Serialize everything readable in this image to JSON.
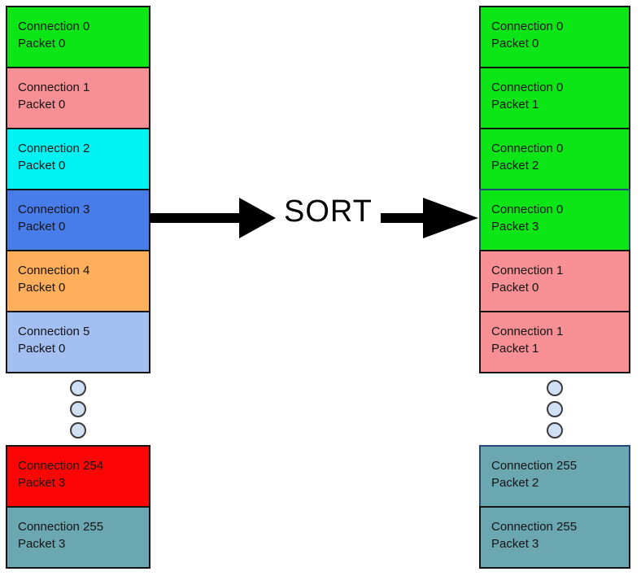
{
  "sort_label": "SORT",
  "colors": {
    "block_border": "#141414",
    "highlight_border": "#26457d",
    "dot_fill": "#cfe0f5",
    "dot_border": "#3a3a3a",
    "arrow": "#000000",
    "text": "#141414",
    "background": "#ffffff"
  },
  "left_column": {
    "blocks": [
      {
        "line1": "Connection 0",
        "line2": "Packet 0",
        "color": "#0ce516"
      },
      {
        "line1": "Connection 1",
        "line2": "Packet 0",
        "color": "#f79095"
      },
      {
        "line1": "Connection 2",
        "line2": "Packet 0",
        "color": "#00f2f2"
      },
      {
        "line1": "Connection 3",
        "line2": "Packet 0",
        "color": "#487ce8"
      },
      {
        "line1": "Connection 4",
        "line2": "Packet 0",
        "color": "#ffae5c"
      },
      {
        "line1": "Connection 5",
        "line2": "Packet 0",
        "color": "#a3bff2"
      }
    ],
    "ellipsis_dots": 3,
    "tail_blocks": [
      {
        "line1": "Connection 254",
        "line2": "Packet 3",
        "color": "#fe0505"
      },
      {
        "line1": "Connection 255",
        "line2": "Packet 3",
        "color": "#6aa7b0"
      }
    ]
  },
  "right_column": {
    "blocks": [
      {
        "line1": "Connection 0",
        "line2": "Packet 0",
        "color": "#0ce516"
      },
      {
        "line1": "Connection 0",
        "line2": "Packet 1",
        "color": "#0ce516"
      },
      {
        "line1": "Connection 0",
        "line2": "Packet 2",
        "color": "#0ce516"
      },
      {
        "line1": "Connection 0",
        "line2": "Packet 3",
        "color": "#0ce516",
        "border": "#26457d"
      },
      {
        "line1": "Connection 1",
        "line2": "Packet 0",
        "color": "#f79095"
      },
      {
        "line1": "Connection 1",
        "line2": "Packet 1",
        "color": "#f79095"
      }
    ],
    "ellipsis_dots": 3,
    "tail_blocks": [
      {
        "line1": "Connection 255",
        "line2": "Packet 2",
        "color": "#6aa7b0",
        "border": "#26457d"
      },
      {
        "line1": "Connection 255",
        "line2": "Packet 3",
        "color": "#6aa7b0"
      }
    ]
  }
}
